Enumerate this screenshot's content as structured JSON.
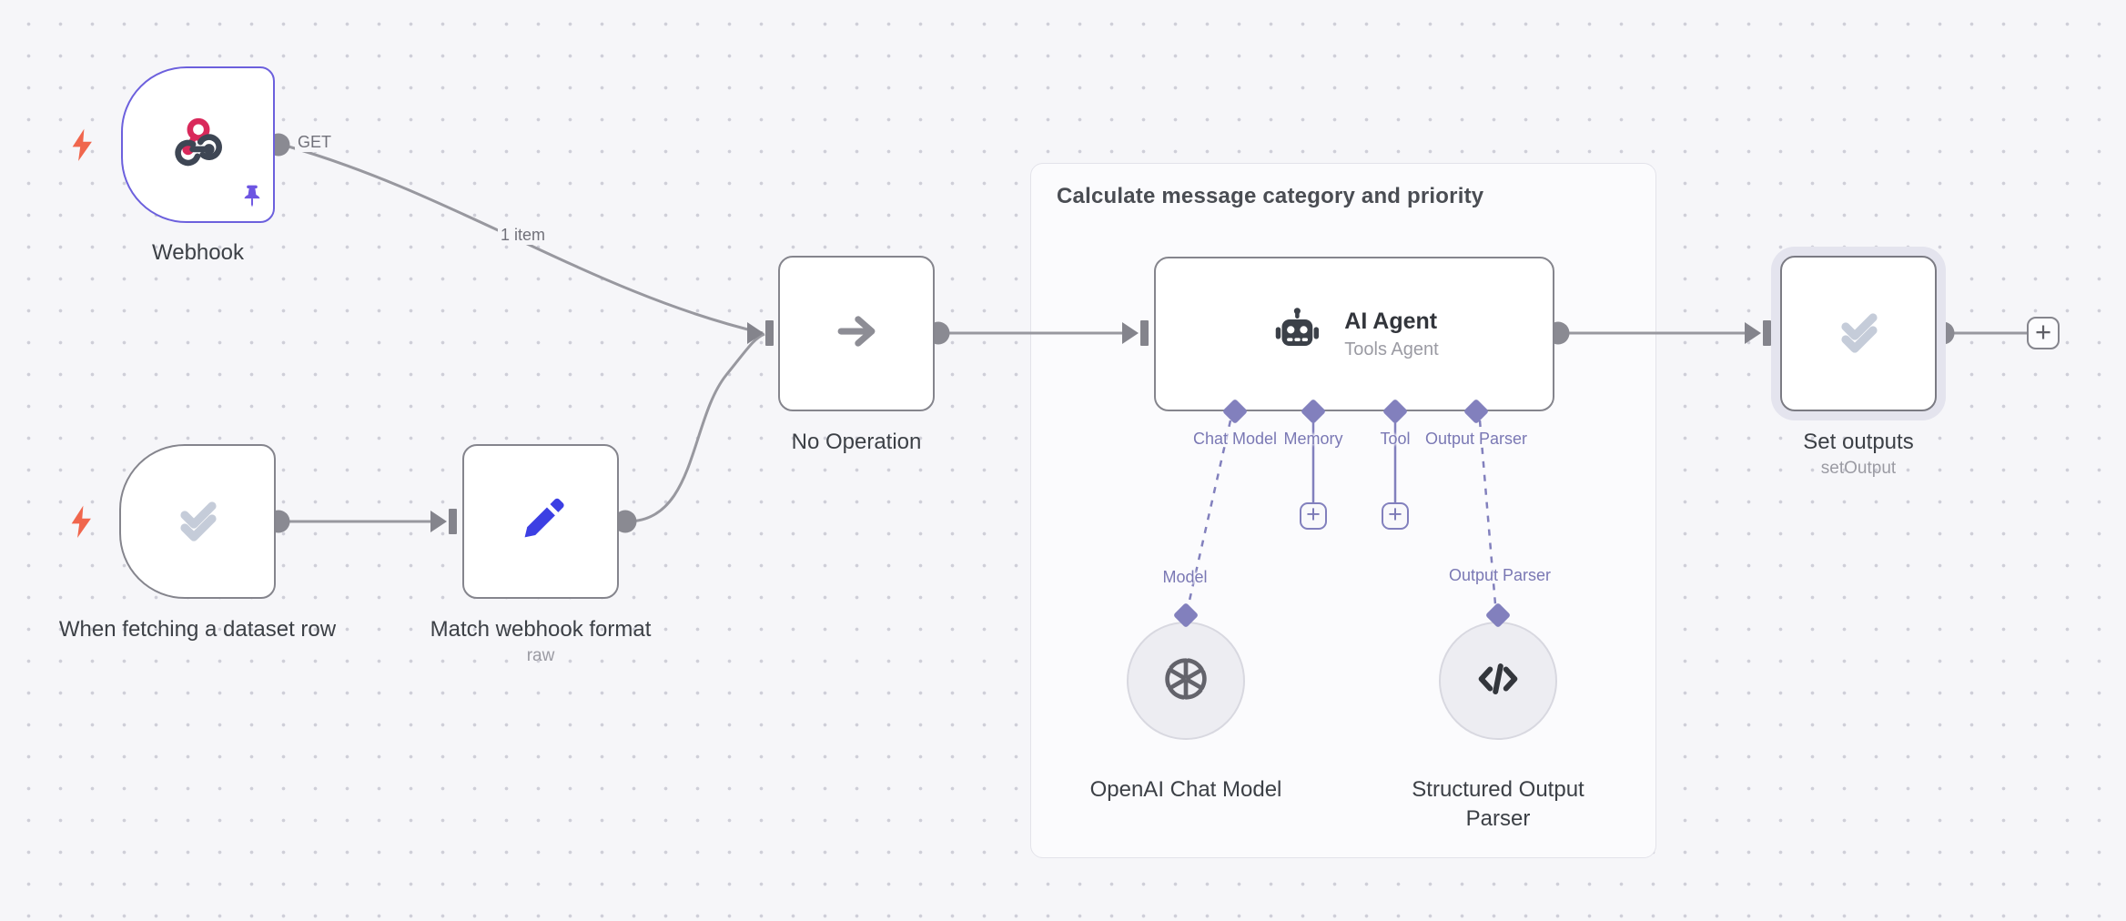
{
  "canvas": {
    "background": "#f6f6f9",
    "grid_dot_color": "#cfcfd8"
  },
  "colors": {
    "accent_purple": "#8280bd",
    "node_border_gray": "#85858d",
    "pinned_border_purple": "#6c60dd",
    "selection_halo": "#e4e4ee",
    "wire_gray": "#98989f",
    "trigger_bolt_orange": "#f0664d",
    "webhook_pink": "#d9295b",
    "icon_slate": "#3e4654",
    "pencil_blue": "#3c3fe3",
    "check_gray_blue": "#c5ccd9"
  },
  "group": {
    "title": "Calculate message category and priority"
  },
  "nodes": {
    "webhook": {
      "label": "Webhook",
      "output_label": "GET",
      "icon": "webhook-icon",
      "pinned": true,
      "trigger": true
    },
    "dataset_trigger": {
      "label": "When fetching a dataset row",
      "icon": "double-check-icon",
      "trigger": true
    },
    "match_format": {
      "label": "Match webhook format",
      "subtitle": "raw",
      "icon": "pencil-icon"
    },
    "noop": {
      "label": "No Operation",
      "icon": "arrow-right-icon"
    },
    "ai_agent": {
      "title": "AI Agent",
      "subtitle": "Tools Agent",
      "icon": "robot-icon",
      "ports": [
        {
          "label": "Chat Model"
        },
        {
          "label": "Memory"
        },
        {
          "label": "Tool"
        },
        {
          "label": "Output Parser"
        }
      ]
    },
    "openai_model": {
      "label": "OpenAI Chat Model",
      "port_label": "Model",
      "icon": "openai-icon"
    },
    "structured_parser": {
      "label": "Structured Output Parser",
      "port_label": "Output Parser",
      "icon": "code-brackets-icon"
    },
    "set_outputs": {
      "label": "Set outputs",
      "subtitle": "setOutput",
      "icon": "double-check-icon",
      "selected": true
    }
  },
  "edges": {
    "webhook_to_noop": {
      "label": "1 item"
    }
  },
  "buttons": {
    "add_memory": {
      "label": "+"
    },
    "add_tool": {
      "label": "+"
    },
    "add_next_node": {
      "label": "+"
    }
  }
}
